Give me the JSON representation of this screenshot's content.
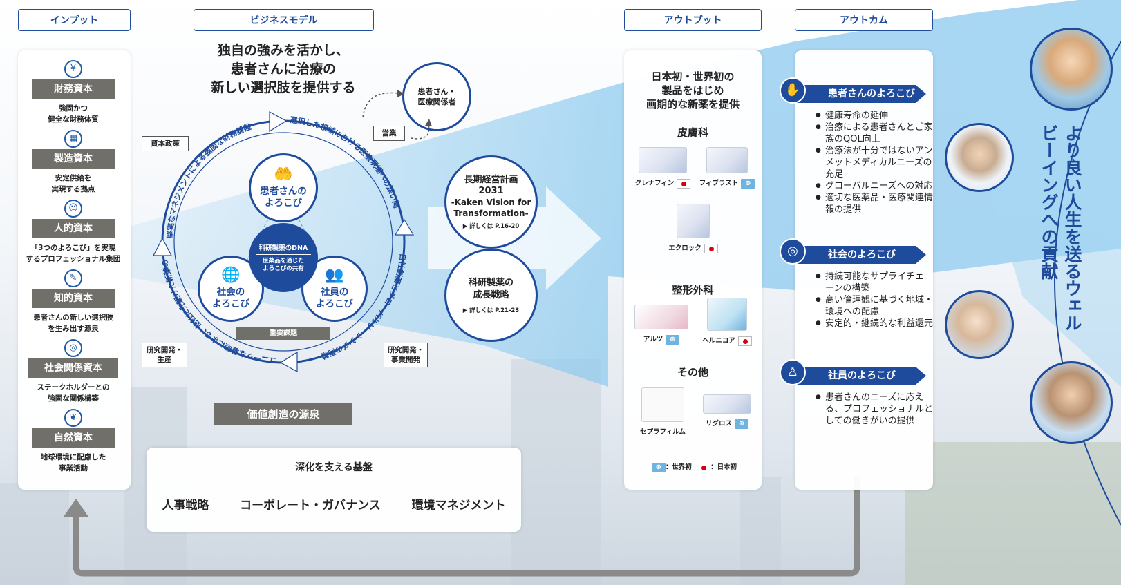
{
  "headers": {
    "input": "インプット",
    "business": "ビジネスモデル",
    "output": "アウトプット",
    "outcome": "アウトカム"
  },
  "input_capitals": [
    {
      "icon": "finance-icon",
      "glyph": "¥",
      "name": "財務資本",
      "desc1": "強固かつ",
      "desc2": "健全な財務体質"
    },
    {
      "icon": "factory-icon",
      "glyph": "▦",
      "name": "製造資本",
      "desc1": "安定供給を",
      "desc2": "実現する拠点"
    },
    {
      "icon": "people-icon",
      "glyph": "☺",
      "name": "人的資本",
      "desc1": "「3つのよろこび」を実現",
      "desc2": "するプロフェッショナル集団"
    },
    {
      "icon": "knowledge-icon",
      "glyph": "✎",
      "name": "知的資本",
      "desc1": "患者さんの新しい選択肢",
      "desc2": "を生み出す源泉"
    },
    {
      "icon": "globe-icon",
      "glyph": "◎",
      "name": "社会関係資本",
      "desc1": "ステークホルダーとの",
      "desc2": "強固な関係構築"
    },
    {
      "icon": "leaf-hand-icon",
      "glyph": "❦",
      "name": "自然資本",
      "desc1": "地球環境に配慮した",
      "desc2": "事業活動"
    }
  ],
  "business": {
    "headline1": "独自の強みを活かし、",
    "headline2": "患者さんに治療の",
    "headline3": "新しい選択肢を提供する",
    "patients_node1": "患者さん・",
    "patients_node2": "医療関係者",
    "label_sales": "営業",
    "label_capital_policy": "資本政策",
    "label_rd_prod1": "研究開発・",
    "label_rd_prod2": "生産",
    "label_rd_biz1": "研究開発・",
    "label_rd_biz2": "事業開発",
    "arc_top": "選択した領域における医療現場への深い関与",
    "arc_left": "堅実なマネジメントによる強固な財務基盤",
    "arc_bottom": "ユニークな着眼による、他社に先駆けた新薬の創出",
    "arc_right": "自社創薬とグローバルソーシングの両輪",
    "joy_patients1": "患者さんの",
    "joy_patients2": "よろこび",
    "joy_society1": "社会の",
    "joy_society2": "よろこび",
    "joy_employees1": "社員の",
    "joy_employees2": "よろこび",
    "center_dna": "科研製薬のDNA",
    "center_desc1": "医薬品を通じた",
    "center_desc2": "よろこびの共有",
    "key_issues": "重要課題",
    "value_source": "価値創造の源泉",
    "foundation_title": "深化を支える基盤",
    "foundation_items": [
      "人事戦略",
      "コーポレート・ガバナンス",
      "環境マネジメント"
    ]
  },
  "plans": {
    "plan1_l1": "長期経営計画",
    "plan1_l2": "2031",
    "plan1_l3": "-Kaken Vision for",
    "plan1_l4": "Transformation-",
    "plan1_ref": "▶ 詳しくは P.16-20",
    "plan2_l1": "科研製薬の",
    "plan2_l2": "成長戦略",
    "plan2_ref": "▶ 詳しくは P.21-23"
  },
  "output": {
    "headline1": "日本初・世界初の",
    "headline2": "製品をはじめ",
    "headline3": "画期的な新薬を提供",
    "cat_derm": "皮膚科",
    "cat_ortho": "整形外科",
    "cat_other": "その他",
    "products": {
      "clenafin": "クレナフィン",
      "fiblast": "フィブラスト",
      "ecclock": "エクロック",
      "artz": "アルツ",
      "herniqore": "ヘルニコア",
      "seprafilm": "セプラフィルム",
      "ligross": "リグロス"
    },
    "legend_world": "：世界初",
    "legend_japan": "：日本初"
  },
  "outcome": {
    "patients_title": "患者さんのよろこび",
    "patients_items": [
      "健康寿命の延伸",
      "治療による患者さんとご家族のQOL向上",
      "治療法が十分ではないアンメットメディカルニーズの充足",
      "グローバルニーズへの対応",
      "適切な医薬品・医療関連情報の提供"
    ],
    "society_title": "社会のよろこび",
    "society_items": [
      "持続可能なサプライチェーンの構築",
      "高い倫理観に基づく地域・環境への配慮",
      "安定的・継続的な利益還元"
    ],
    "employees_title": "社員のよろこび",
    "employees_items": [
      "患者さんのニーズに応える、プロフェッショナルとしての働きがいの提供"
    ]
  },
  "wellbeing": "より良い人生を送るウェルビーイングへの貢献",
  "colors": {
    "navy": "#1e4b9c",
    "gray": "#706f6a",
    "sky": "#8fcbef"
  }
}
